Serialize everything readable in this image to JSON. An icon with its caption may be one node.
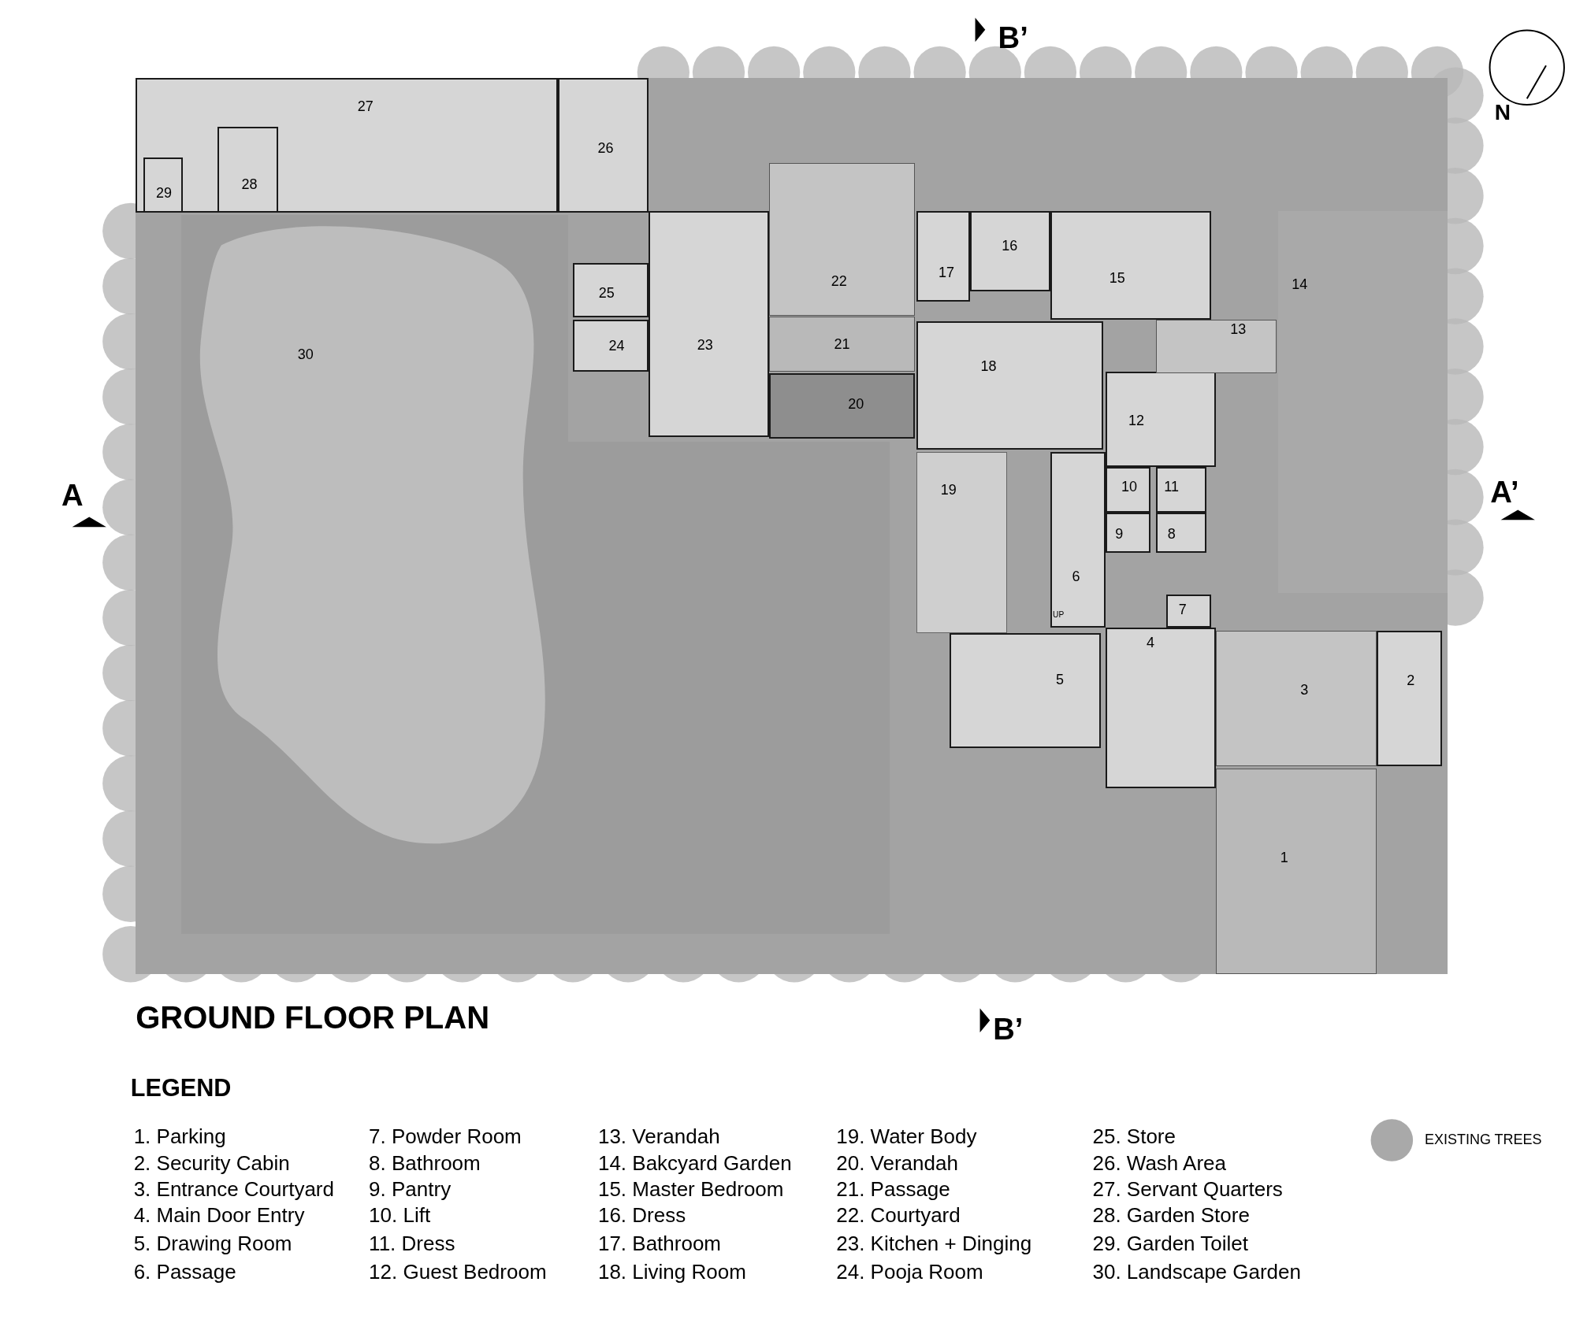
{
  "diagram": {
    "title": "GROUND FLOOR PLAN",
    "nodes": [
      {
        "text": [
          "1"
        ]
      },
      {
        "text": [
          "2"
        ]
      },
      {
        "text": [
          "3"
        ]
      },
      {
        "text": [
          "4"
        ]
      },
      {
        "text": [
          "5"
        ]
      },
      {
        "text": [
          "6"
        ]
      },
      {
        "text": [
          "7"
        ]
      },
      {
        "text": [
          "8"
        ]
      },
      {
        "text": [
          "9"
        ]
      },
      {
        "text": [
          "10"
        ]
      },
      {
        "text": [
          "11"
        ]
      },
      {
        "text": [
          "12"
        ]
      },
      {
        "text": [
          "13"
        ]
      },
      {
        "text": [
          "14"
        ]
      },
      {
        "text": [
          "15"
        ]
      },
      {
        "text": [
          "16"
        ]
      },
      {
        "text": [
          "17"
        ]
      },
      {
        "text": [
          "18"
        ]
      },
      {
        "text": [
          "19"
        ]
      },
      {
        "text": [
          "20"
        ]
      },
      {
        "text": [
          "21"
        ]
      },
      {
        "text": [
          "22"
        ]
      },
      {
        "text": [
          "23"
        ]
      },
      {
        "text": [
          "24"
        ]
      },
      {
        "text": [
          "25"
        ]
      },
      {
        "text": [
          "26"
        ]
      },
      {
        "text": [
          "27"
        ]
      },
      {
        "text": [
          "28"
        ],
        "in": 26
      },
      {
        "text": [
          "29"
        ],
        "in": 26
      },
      {
        "text": [
          "30"
        ]
      }
    ],
    "labels": [
      "B’",
      "N",
      "A",
      "A’",
      "UP",
      "B’",
      "LEGEND",
      "1. Parking",
      "2. Security Cabin",
      "3. Entrance Courtyard",
      "4. Main Door Entry",
      "5. Drawing Room",
      "6. Passage",
      "7. Powder Room",
      "8. Bathroom",
      "9. Pantry",
      "10. Lift",
      "11. Dress",
      "12. Guest Bedroom",
      "13. Verandah",
      "14. Bakcyard Garden",
      "15. Master Bedroom",
      "16. Dress",
      "17. Bathroom",
      "18. Living Room",
      "19. Water Body",
      "20. Verandah",
      "21. Passage",
      "22. Courtyard",
      "23. Kitchen + Dinging",
      "24. Pooja Room",
      "25. Store",
      "26. Wash Area",
      "27. Servant Quarters",
      "28. Garden Store",
      "29. Garden Toilet",
      "30. Landscape Garden"
    ],
    "legend": [
      {
        "text": "EXISTING TREES"
      }
    ]
  }
}
